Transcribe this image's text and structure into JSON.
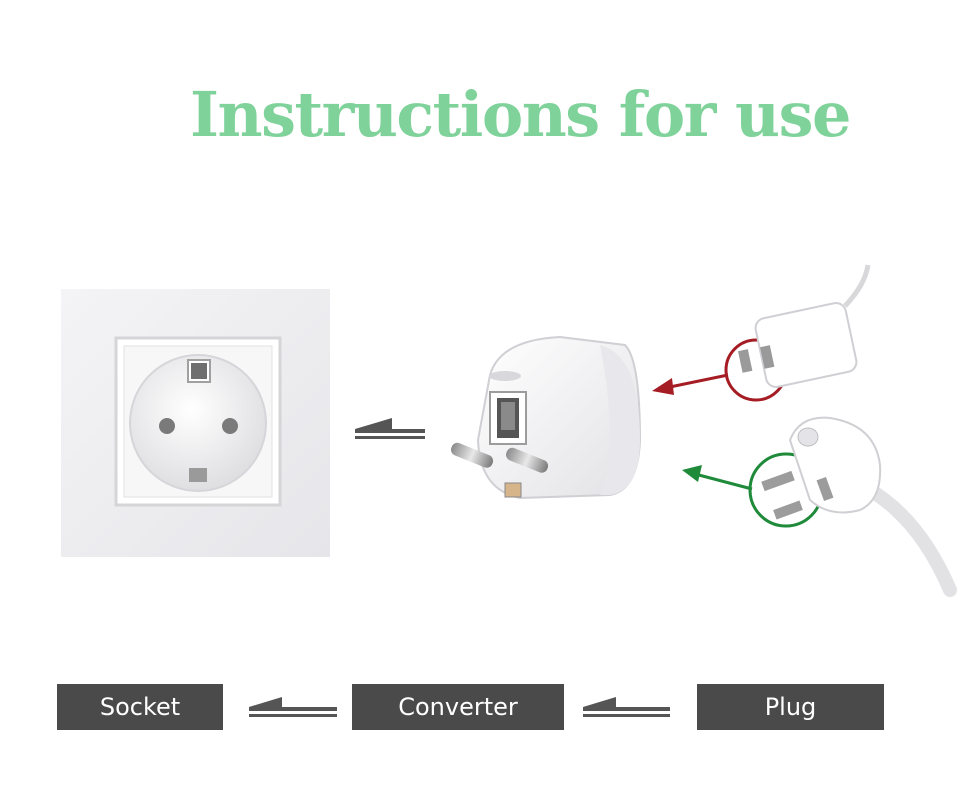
{
  "title": "Instructions for use",
  "labels": {
    "socket": "Socket",
    "converter": "Converter",
    "plug": "Plug"
  },
  "colors": {
    "title": "#7fd29a",
    "label_bg": "#4a4a4a",
    "arrow_red": "#a51c24",
    "arrow_green": "#1e8a3a"
  }
}
